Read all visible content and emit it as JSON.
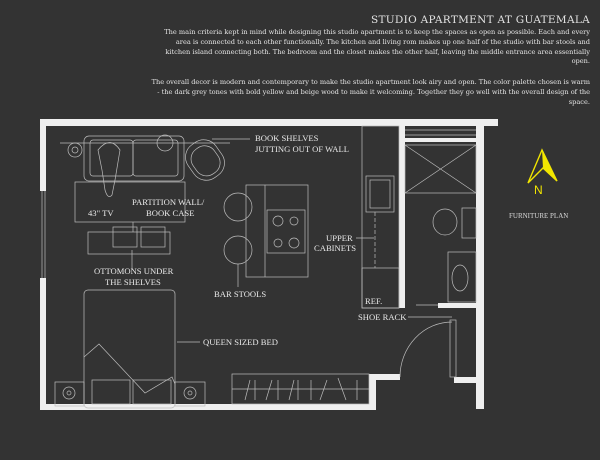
{
  "header": {
    "title": "STUDIO APARTMENT AT GUATEMALA",
    "paragraph1": "The main criteria kept in mind while designing this studio apartment is to keep the spaces as open as possible. Each and every area is connected to each other functionally. The kitchen and living rom makes up one half of the studio with bar stools and kitchen island connecting both. The bedroom and the closet makes the other half, leaving the middle entrance area essentially open.",
    "paragraph2": "The overall decor is modern and contemporary to make the studio apartment look airy and open. The color palette chosen is warm - the dark grey tones with bold yellow and beige wood to make it welcoming. Together they go well with the overall design of the space."
  },
  "plan": {
    "labels": {
      "book_shelves_1": "BOOK SHELVES",
      "book_shelves_2": "JUTTING OUT OF WALL",
      "partition_1": "PARTITION WALL/",
      "partition_2": "BOOK CASE",
      "tv": "43\" TV",
      "ottomans_1": "OTTOMONS UNDER",
      "ottomans_2": "THE SHELVES",
      "bar_stools": "BAR STOOLS",
      "upper_cabinets_1": "UPPER",
      "upper_cabinets_2": "CABINETS",
      "ref": "REF.",
      "shoe_rack": "SHOE RACK",
      "bed": "QUEEN SIZED BED"
    },
    "compass_letter": "N",
    "caption": "FURNITURE PLAN"
  },
  "colors": {
    "background": "#333333",
    "walls": "#efefef",
    "compass": "#f2e600",
    "lines": "#bdbdbd"
  }
}
